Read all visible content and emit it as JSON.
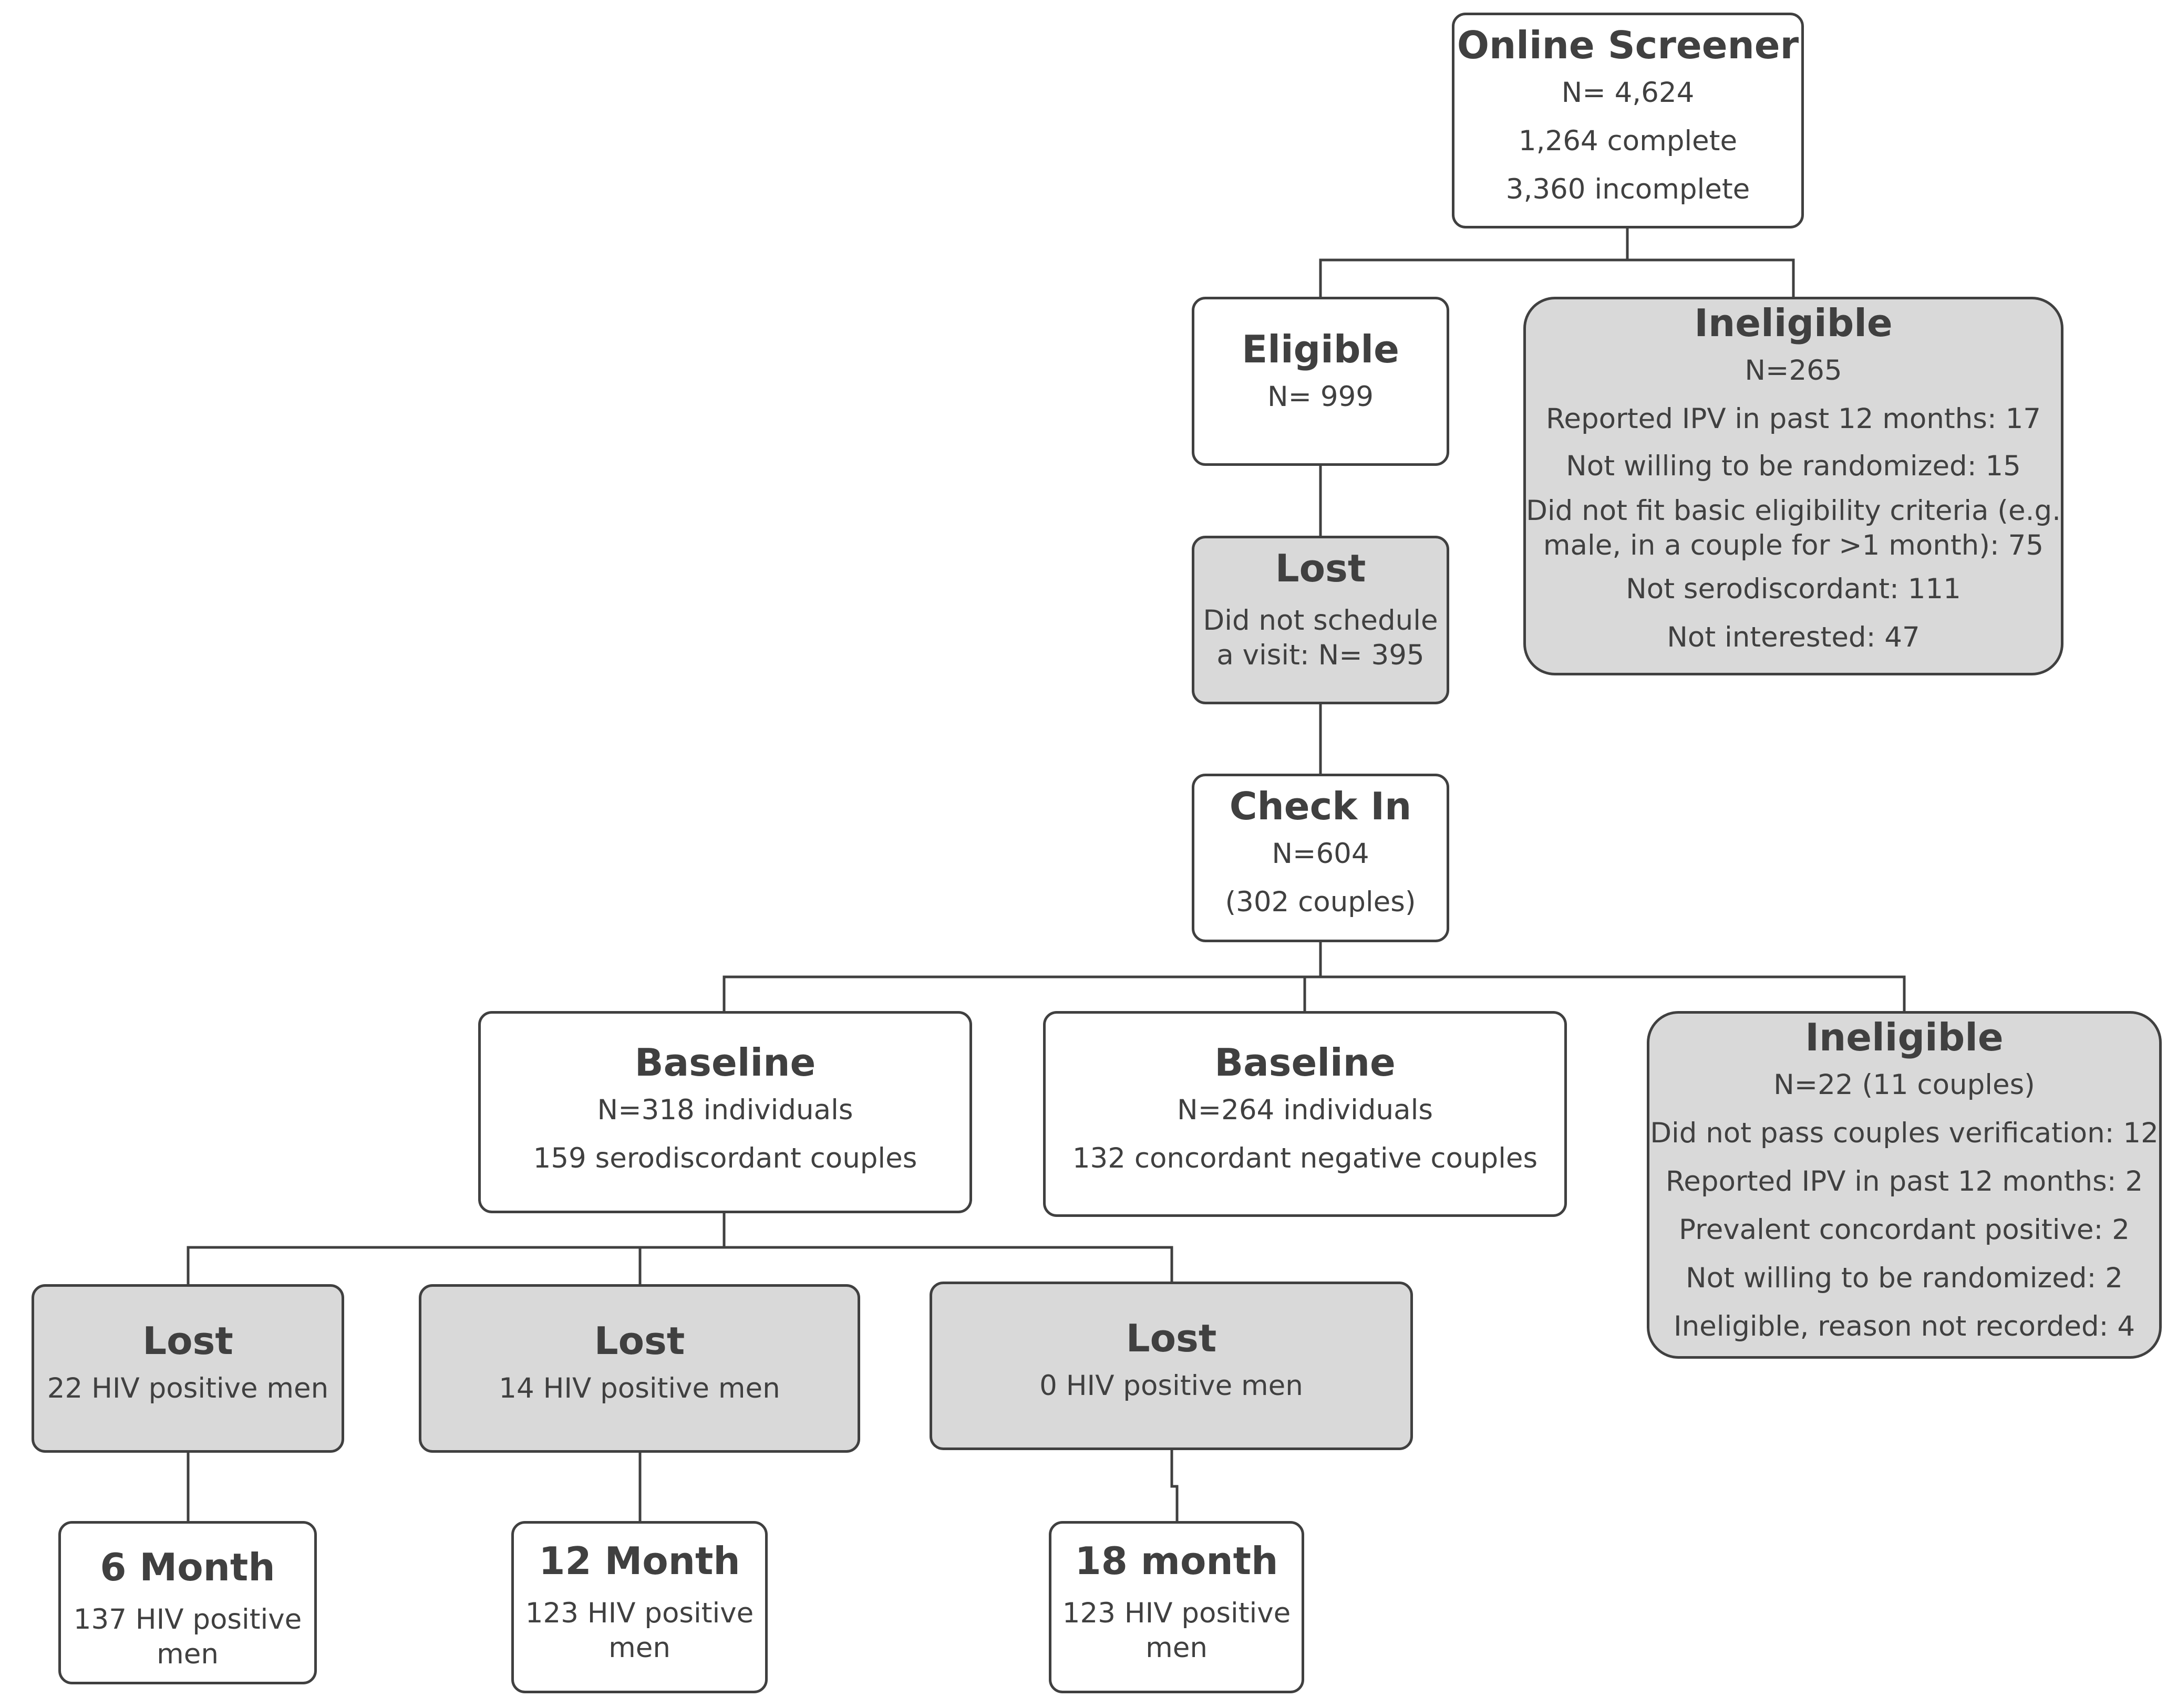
{
  "online_screener": {
    "title": "Online Screener",
    "lines": [
      "N= 4,624",
      "1,264 complete",
      "3,360 incomplete"
    ]
  },
  "eligible": {
    "title": "Eligible",
    "lines": [
      "N= 999"
    ]
  },
  "ineligible_1": {
    "title": "Ineligible",
    "n": "N=265",
    "reasons": [
      "Reported IPV in past 12 months: 17",
      "Not willing to be randomized: 15",
      "Did not fit basic eligibility criteria (e.g.",
      "male, in a couple for >1 month): 75",
      "Not serodiscordant: 111",
      "Not interested: 47"
    ]
  },
  "lost_1": {
    "title": "Lost",
    "lines": [
      "Did not schedule",
      "a visit: N= 395"
    ]
  },
  "check_in": {
    "title": "Check In",
    "lines": [
      "N=604",
      "(302 couples)"
    ]
  },
  "baseline_serodiscordant": {
    "title": "Baseline",
    "lines": [
      "N=318 individuals",
      "159 serodiscordant couples"
    ]
  },
  "baseline_concordant": {
    "title": "Baseline",
    "lines": [
      "N=264 individuals",
      "132 concordant negative couples"
    ]
  },
  "ineligible_2": {
    "title": "Ineligible",
    "n": "N=22 (11 couples)",
    "reasons": [
      "Did not pass couples verification: 12",
      "Reported IPV in past 12 months: 2",
      "Prevalent concordant positive: 2",
      "Not willing to be randomized: 2",
      "Ineligible, reason not recorded: 4"
    ]
  },
  "lost_6": {
    "title": "Lost",
    "lines": [
      "22 HIV positive men"
    ]
  },
  "lost_12": {
    "title": "Lost",
    "lines": [
      "14 HIV positive men"
    ]
  },
  "lost_18": {
    "title": "Lost",
    "lines": [
      "0 HIV positive men"
    ]
  },
  "month_6": {
    "title": "6 Month",
    "lines": [
      "137 HIV positive",
      "men"
    ]
  },
  "month_12": {
    "title": "12 Month",
    "lines": [
      "123 HIV positive",
      "men"
    ]
  },
  "month_18": {
    "title": "18 month",
    "lines": [
      "123 HIV positive",
      "men"
    ]
  }
}
